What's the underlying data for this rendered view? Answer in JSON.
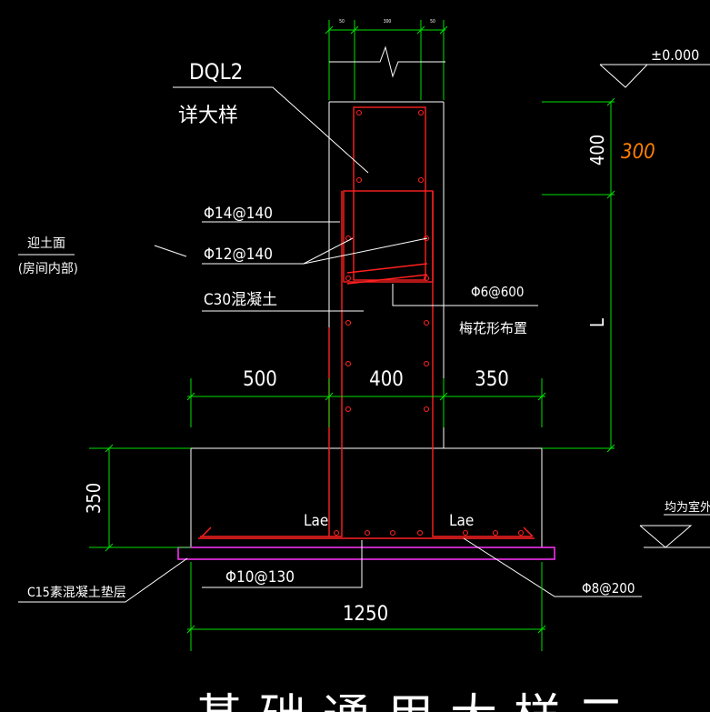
{
  "labels": {
    "dql": "DQL2",
    "detail": "详大样",
    "elevation": "±0.000",
    "height_400": "400",
    "handwritten": "300",
    "bar_14": "Φ14@140",
    "bar_12": "Φ12@140",
    "earth_face_1": "迎土面",
    "earth_face_2": "(房间内部)",
    "concrete": "C30混凝土",
    "tie_bar": "Φ6@600",
    "tie_layout": "梅花形布置",
    "dim_L": "L",
    "dim_500": "500",
    "dim_400": "400",
    "dim_350_right": "350",
    "dim_350_left": "350",
    "lae_left": "Lae",
    "lae_right": "Lae",
    "outdoor": "均为室外",
    "cushion": "C15素混凝土垫层",
    "bar_10": "Φ10@130",
    "bar_8": "Φ8@200",
    "dim_1250": "1250",
    "bottom_title": "基础通用大样二",
    "top_dim_small_1": "50",
    "top_dim_mid": "300",
    "top_dim_small_2": "50"
  },
  "colors": {
    "background": "#000000",
    "line": "#ffffff",
    "dimension": "#00e000",
    "rebar": "#ff2020",
    "cushion": "#ff33ff",
    "annotation": "#ff7f00"
  }
}
